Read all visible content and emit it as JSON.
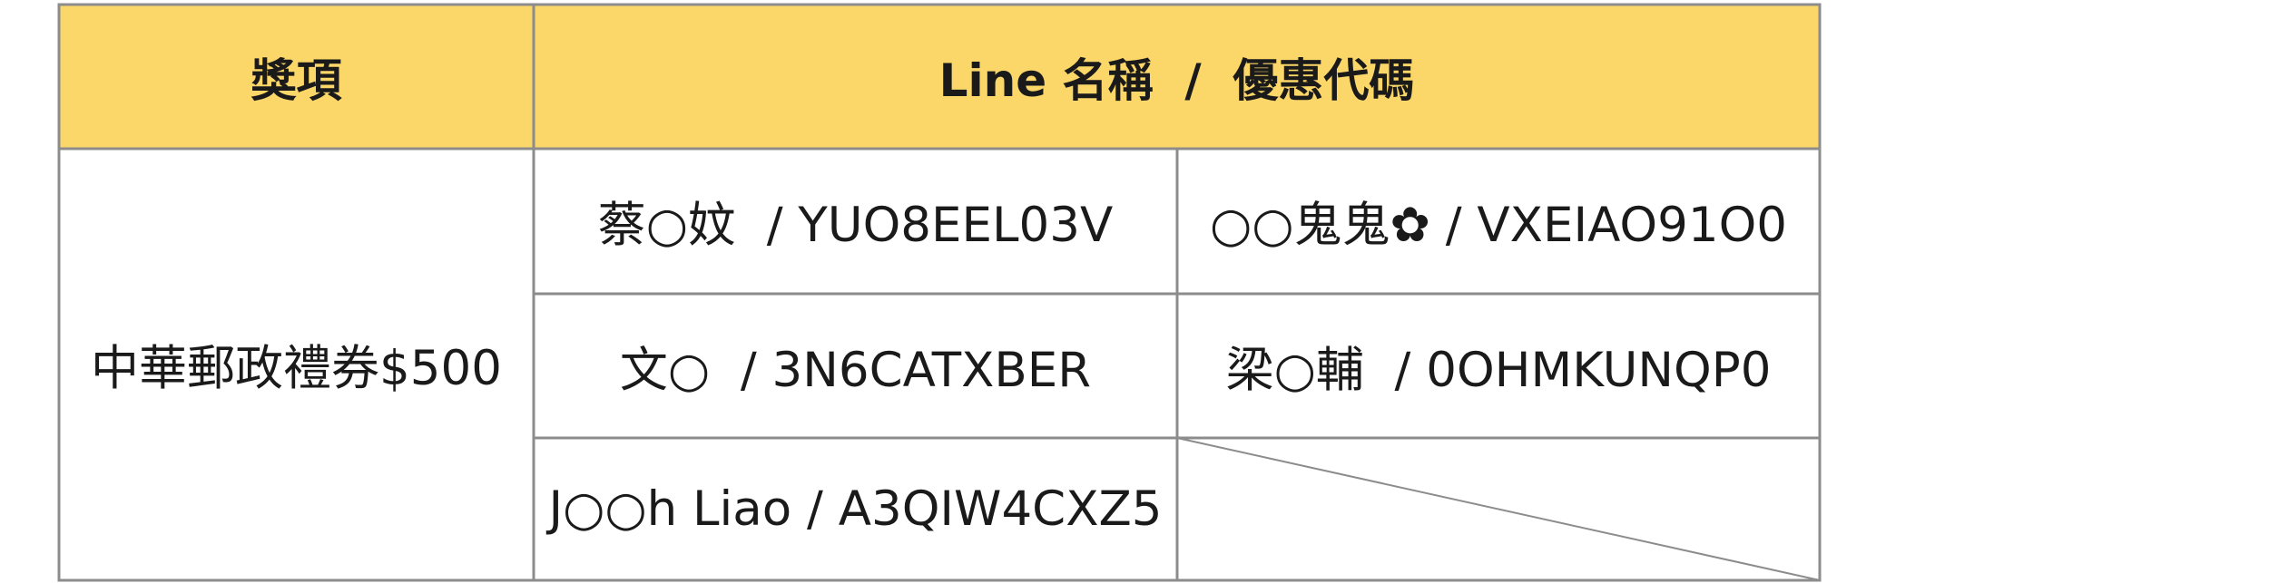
{
  "colors": {
    "header_bg": "#fbd668",
    "border": "#8c8c8c",
    "text": "#1a1a1a"
  },
  "table": {
    "headers": {
      "prize": "獎項",
      "line_code": "Line 名稱  /  優惠代碼"
    },
    "prize": "中華郵政禮券$500",
    "winners": [
      "蔡○妏  / YUO8EEL03V",
      "○○鬼鬼✿ / VXEIAO91O0",
      "文○  / 3N6CATXBER",
      "梁○輔  / 0OHMKUNQP0",
      "J○○h Liao / A3QIW4CXZ5"
    ]
  }
}
